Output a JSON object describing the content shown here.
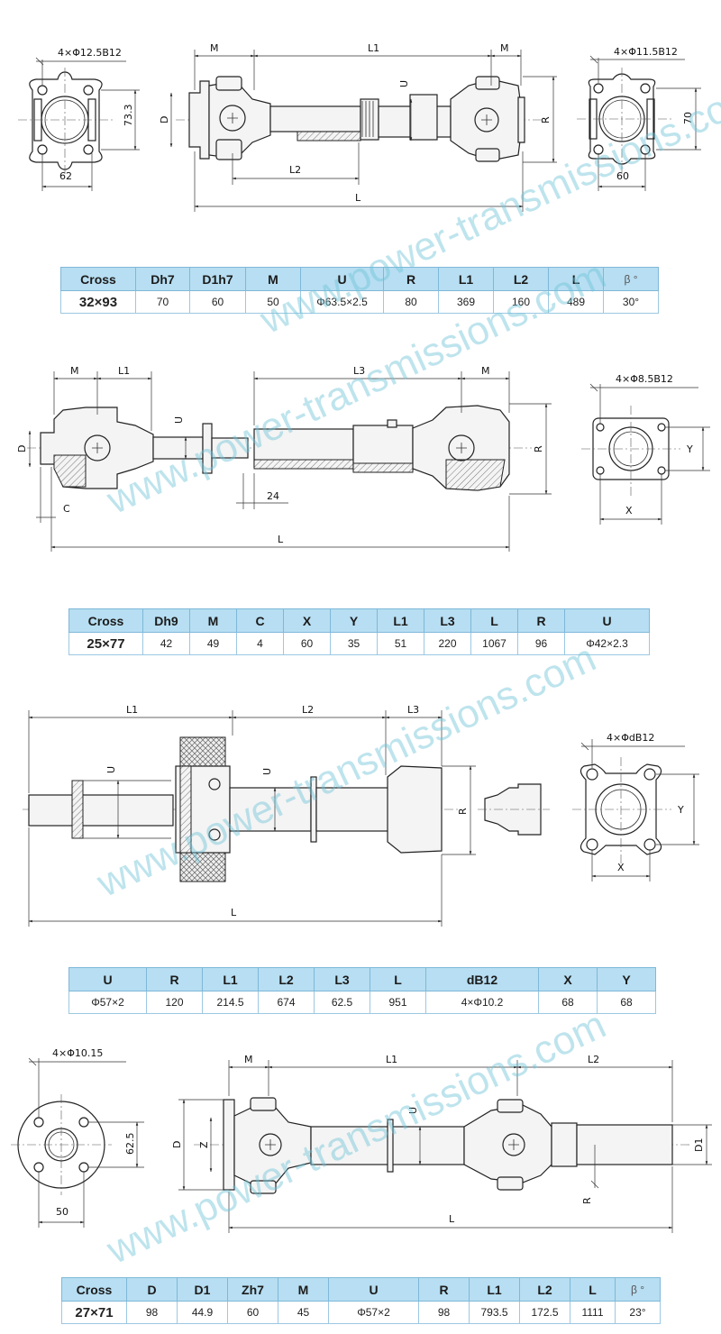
{
  "drawings": {
    "d1": {
      "bolt_left": "4×Φ12.5B12",
      "left_height": "73.3",
      "left_width": "62",
      "M_left": "M",
      "L1": "L1",
      "M_right": "M",
      "U": "U",
      "D": "D",
      "R": "R",
      "L2": "L2",
      "L": "L",
      "bolt_right": "4×Φ11.5B12",
      "right_height": "70",
      "right_width": "60"
    },
    "d2": {
      "M_left": "M",
      "L1": "L1",
      "L3": "L3",
      "M_right": "M",
      "U": "U",
      "D": "D",
      "R": "R",
      "C": "C",
      "dim24": "24",
      "L": "L",
      "bolt": "4×Φ8.5B12",
      "Y": "Y",
      "X": "X"
    },
    "d3": {
      "L1": "L1",
      "L2": "L2",
      "L3": "L3",
      "U_left": "U",
      "U_right": "U",
      "R": "R",
      "L": "L",
      "bolt": "4×ΦdB12",
      "Y": "Y",
      "X": "X"
    },
    "d4": {
      "bolt": "4×Φ10.15",
      "height": "62.5",
      "width": "50",
      "M": "M",
      "L1": "L1",
      "L2": "L2",
      "U": "U",
      "D": "D",
      "Z": "Z",
      "D1": "D1",
      "R": "R",
      "L": "L"
    }
  },
  "tables": {
    "t1": {
      "headers": [
        "Cross",
        "Dh7",
        "D1h7",
        "M",
        "U",
        "R",
        "L1",
        "L2",
        "L",
        "β °"
      ],
      "row": [
        "32×93",
        "70",
        "60",
        "50",
        "Φ63.5×2.5",
        "80",
        "369",
        "160",
        "489",
        "30°"
      ]
    },
    "t2": {
      "headers": [
        "Cross",
        "Dh9",
        "M",
        "C",
        "X",
        "Y",
        "L1",
        "L3",
        "L",
        "R",
        "U"
      ],
      "row": [
        "25×77",
        "42",
        "49",
        "4",
        "60",
        "35",
        "51",
        "220",
        "1067",
        "96",
        "Φ42×2.3"
      ]
    },
    "t3": {
      "headers": [
        "U",
        "R",
        "L1",
        "L2",
        "L3",
        "L",
        "dB12",
        "X",
        "Y"
      ],
      "row": [
        "Φ57×2",
        "120",
        "214.5",
        "674",
        "62.5",
        "951",
        "4×Φ10.2",
        "68",
        "68"
      ]
    },
    "t4": {
      "headers": [
        "Cross",
        "D",
        "D1",
        "Zh7",
        "M",
        "U",
        "R",
        "L1",
        "L2",
        "L",
        "β °"
      ],
      "row": [
        "27×71",
        "98",
        "44.9",
        "60",
        "45",
        "Φ57×2",
        "98",
        "793.5",
        "172.5",
        "1111",
        "23°"
      ]
    }
  },
  "watermark": "www.power-transmissions.com"
}
